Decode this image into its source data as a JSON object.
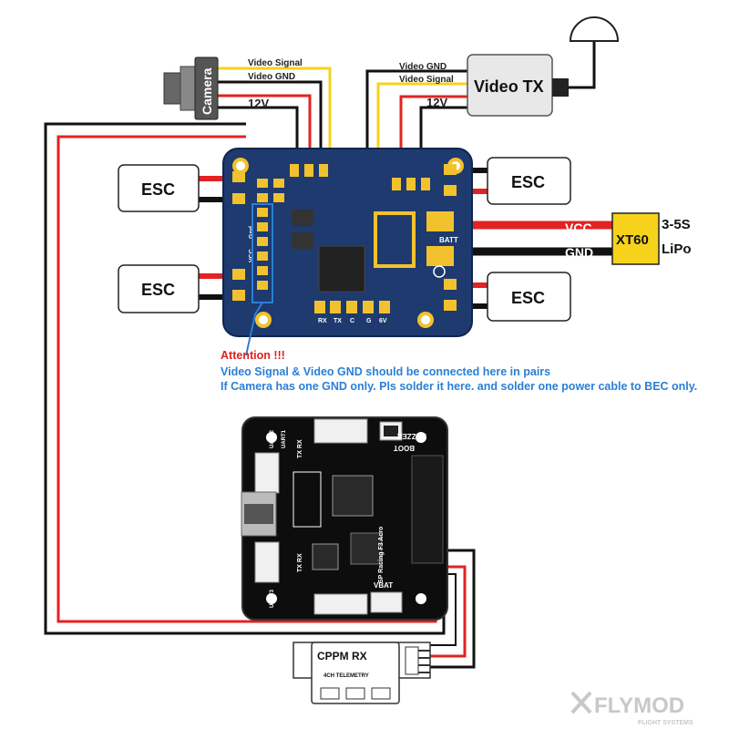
{
  "labels": {
    "camera": "Camera",
    "video_tx": "Video TX",
    "video_signal": "Video Signal",
    "video_gnd": "Video GND",
    "v12": "12V",
    "esc": "ESC",
    "xt60": "XT60",
    "vcc": "VCC",
    "gnd": "GND",
    "lipo_line1": "3-5S",
    "lipo_line2": "LiPo",
    "batt": "BATT",
    "cppm_rx": "CPPM RX",
    "telemetry": "4CH TELEMETRY",
    "vbat": "VBAT",
    "boot": "BOOT",
    "buzzer": "BUZZER",
    "board_text": "SP Racing F3 Acro",
    "uart1": "UART1",
    "uart2": "UART2",
    "uart3": "UART3",
    "tx_rx": "TX RX",
    "pads_bottom": [
      "RX",
      "TX",
      "C",
      "G",
      "6V"
    ],
    "pad_left": [
      "Gnd",
      "VCC"
    ]
  },
  "attention": {
    "title": "Attention !!!",
    "line1": "Video Signal & Video GND should be connected here in pairs",
    "line2": "If Camera has one GND only. Pls solder it here. and solder one power cable to BEC only."
  },
  "watermark": {
    "brand": "FLYMOD",
    "sub": "FLIGHT SYSTEMS"
  },
  "colors": {
    "pcb_blue": "#1e3a6e",
    "pad_gold": "#f2c22e",
    "wire_red": "#e32222",
    "wire_black": "#111111",
    "wire_yellow": "#f7d21c",
    "attention_red": "#e02020",
    "note_blue": "#2a7fd6",
    "xt60_yellow": "#f6d21a"
  }
}
